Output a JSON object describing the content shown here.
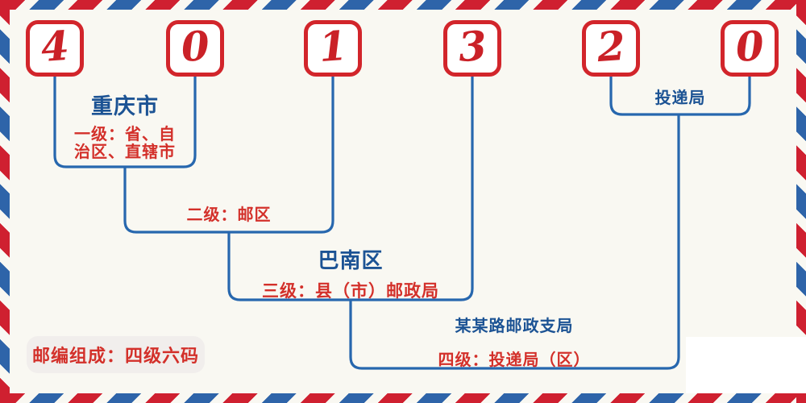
{
  "colors": {
    "bg": "#f9f8f2",
    "stripe-red": "#cf2030",
    "stripe-blue": "#2e64a9",
    "line-blue": "#2767ae",
    "text-blue": "#1c5394",
    "text-red": "#d3302a",
    "digit-red": "#ca2127",
    "box-border-red": "#d2252b",
    "badge-bg": "#f1eeec"
  },
  "code": {
    "digits": [
      "4",
      "0",
      "1",
      "3",
      "2",
      "0"
    ]
  },
  "labels": {
    "level1": {
      "name": "重庆市",
      "desc_line1": "一级：省、自",
      "desc_line2": "治区、直辖市"
    },
    "level2": {
      "desc": "二级：邮区"
    },
    "level3": {
      "name": "巴南区",
      "desc": "三级：县（市）邮政局"
    },
    "level4": {
      "name": "某某路邮政支局",
      "desc": "四级：投递局（区）"
    },
    "delivery": {
      "name": "投递局"
    },
    "footer": {
      "note": "邮编组成：四级六码"
    }
  }
}
